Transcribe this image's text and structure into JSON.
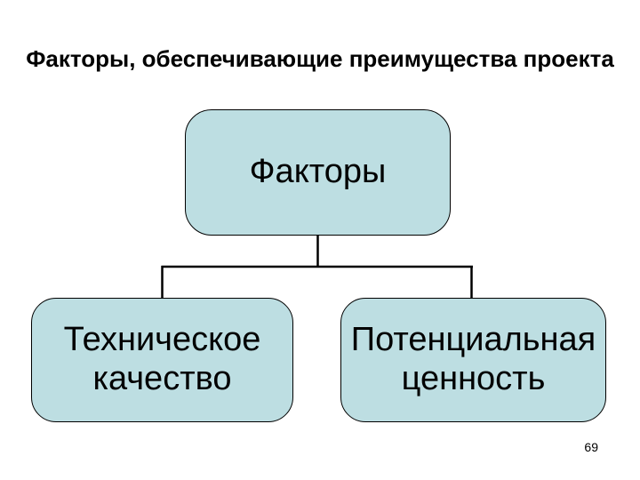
{
  "slide": {
    "title": "Факторы, обеспечивающие преимущества проекта",
    "page_number": "69",
    "colors": {
      "background": "#ffffff",
      "box_fill": "#bddee2",
      "box_border": "#000000",
      "connector": "#000000",
      "text": "#000000"
    },
    "diagram": {
      "type": "tree",
      "root": {
        "label": "Факторы"
      },
      "children": [
        {
          "label": "Техническое качество"
        },
        {
          "label": "Потенциальная ценность"
        }
      ]
    }
  }
}
